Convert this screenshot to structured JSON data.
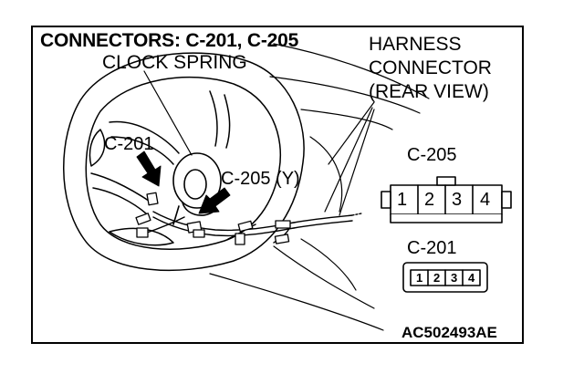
{
  "title": "CONNECTORS: C-201, C-205",
  "labels": {
    "clock_spring": "CLOCK SPRING",
    "harness_lines": [
      "HARNESS",
      "CONNECTOR",
      "(REAR VIEW)"
    ],
    "c201_callout": "C-201",
    "c205_callout": "C-205 (Y)",
    "c205_connector": "C-205",
    "c201_connector": "C-201"
  },
  "c205_pins": [
    "1",
    "2",
    "3",
    "4"
  ],
  "c201_pins": [
    "1",
    "2",
    "3",
    "4"
  ],
  "figure_code": "AC502493AE"
}
